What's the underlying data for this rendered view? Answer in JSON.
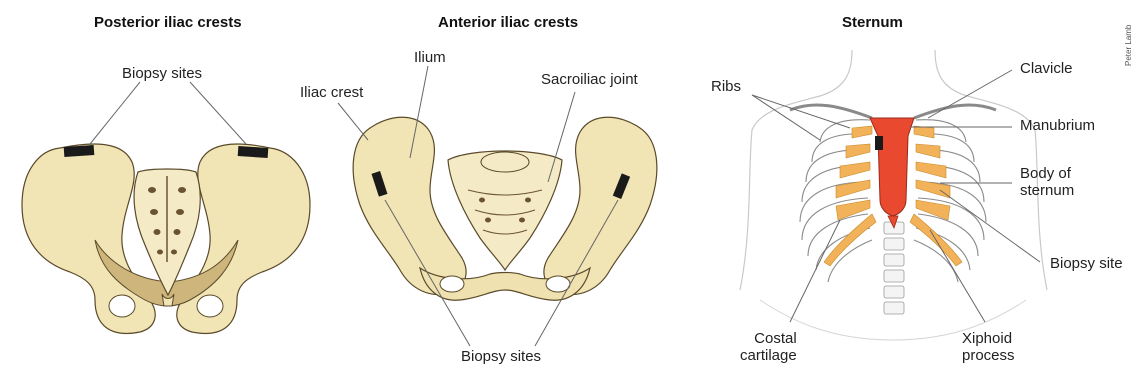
{
  "panels": {
    "posterior": {
      "title": "Posterior iliac crests",
      "biopsy_label": "Biopsy sites"
    },
    "anterior": {
      "title": "Anterior iliac crests",
      "ilium": "Ilium",
      "iliac_crest": "Iliac crest",
      "sacroiliac": "Sacroiliac joint",
      "biopsy_label": "Biopsy sites"
    },
    "sternum": {
      "title": "Sternum",
      "ribs": "Ribs",
      "clavicle": "Clavicle",
      "manubrium": "Manubrium",
      "body_of_sternum": "Body of\nsternum",
      "biopsy_site": "Biopsy site",
      "costal_cartilage": "Costal\ncartilage",
      "xiphoid": "Xiphoid\nprocess"
    }
  },
  "credit": "Peter Lamb",
  "colors": {
    "bone": "#f1e5b6",
    "bone_shade": "#d9c486",
    "outline": "#5a4a2a",
    "marker": "#1a1a1a",
    "sternum": "#e8492f",
    "cartilage": "#f2b259",
    "body_line": "#c9c9c9",
    "leader": "#666666"
  }
}
